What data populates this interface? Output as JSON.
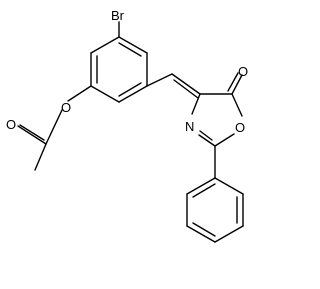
{
  "diagram": {
    "type": "chemical-structure",
    "atom_labels": {
      "bromine": "Br",
      "ester_oxygen": "O",
      "carbonyl_oxygen_acetyl": "O",
      "carbonyl_oxygen_lactone": "O",
      "ring_nitrogen": "N",
      "ring_oxygen": "O"
    }
  }
}
